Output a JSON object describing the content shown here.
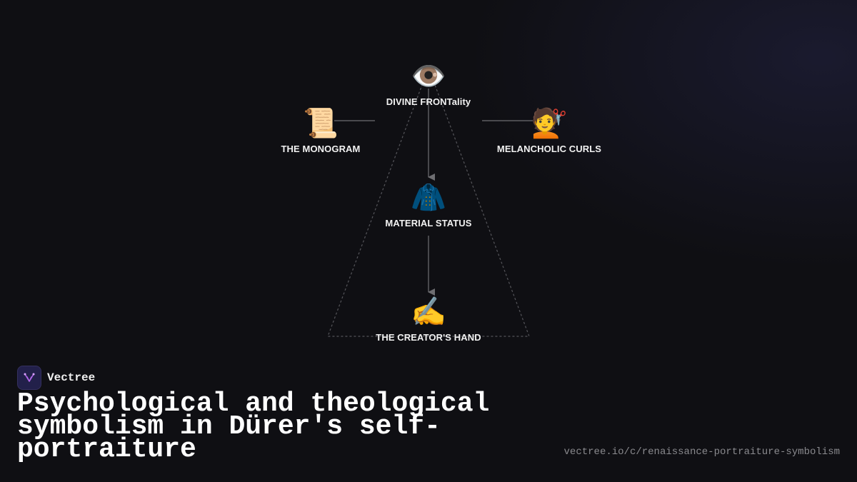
{
  "diagram": {
    "nodes": {
      "divine_frontality": {
        "emoji": "👁️",
        "label": "DIVINE FRONTality"
      },
      "monogram": {
        "emoji": "📜",
        "label": "THE MONOGRAM"
      },
      "melancholic_curls": {
        "emoji": "💇",
        "label": "MELANCHOLIC CURLS"
      },
      "material_status": {
        "emoji": "🧥",
        "label": "MATERIAL STATUS"
      },
      "creators_hand": {
        "emoji": "✍️",
        "label": "THE CREATOR'S HAND"
      }
    }
  },
  "brand": {
    "name": "Vectree"
  },
  "title": "Psychological and theological symbolism in Dürer's self-portraiture",
  "url": "vectree.io/c/renaissance-portraiture-symbolism",
  "colors": {
    "background": "#0f0f13",
    "connector": "#6e6e72",
    "dashed_triangle": "#55555a",
    "logo_accent": "#b066e8"
  }
}
